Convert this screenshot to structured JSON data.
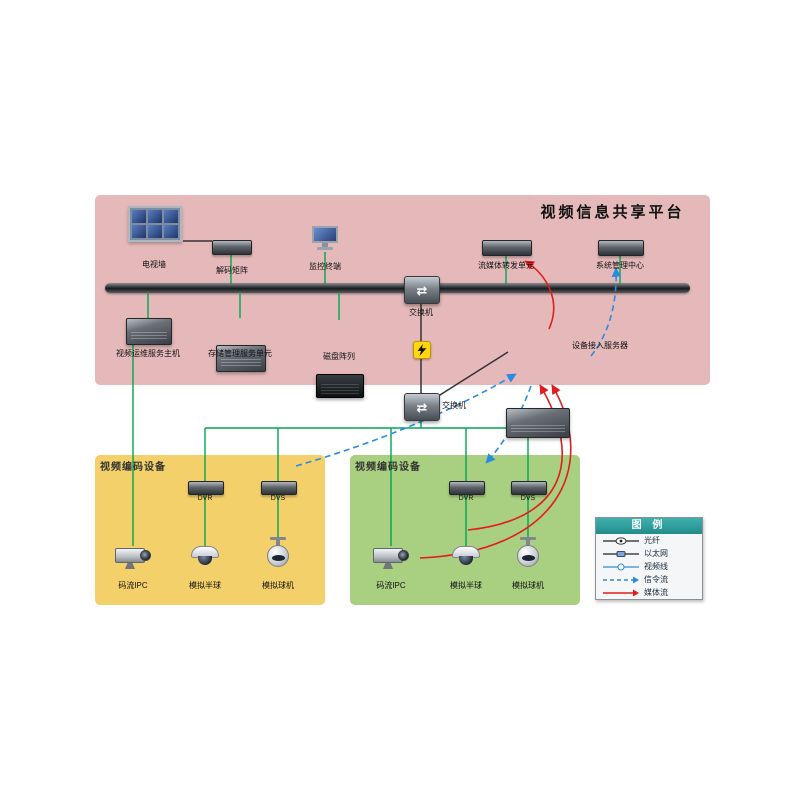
{
  "diagram_title": "视频信息共享平台",
  "platform": {
    "tv_wall": "电视墙",
    "decoder": "解码矩阵",
    "terminal": "监控终端",
    "switch_top": "交换机",
    "stream_unit": "流媒体转发单元",
    "sys_center": "系统管理中心",
    "ops_host": "视频运维服务主机",
    "storage_unit": "存储管理服务单元",
    "disk_array": "磁盘阵列",
    "access_server": "设备接入服务器",
    "switch_mid": "交换机"
  },
  "zone_left": {
    "title": "视频编码设备",
    "dvr": "DVR",
    "dvs": "DVS",
    "ipc": "码流IPC",
    "dome": "模拟半球",
    "ball": "模拟球机"
  },
  "zone_right": {
    "title": "视频编码设备",
    "dvr": "DVR",
    "dvs": "DVS",
    "ipc": "码流IPC",
    "dome": "模拟半球",
    "ball": "模拟球机"
  },
  "legend": {
    "title": "图 例",
    "items": [
      {
        "label": "光纤",
        "type": "fiber"
      },
      {
        "label": "以太网",
        "type": "ethernet"
      },
      {
        "label": "视频线",
        "type": "video-cable"
      },
      {
        "label": "信令流",
        "type": "signaling-flow"
      },
      {
        "label": "媒体流",
        "type": "media-flow"
      }
    ]
  },
  "icons": {
    "switch_arrows": "⇄"
  },
  "colors": {
    "platform_bg": "#e5b9b9",
    "zone_left_bg": "#f3d06a",
    "zone_right_bg": "#a9cf80",
    "ethernet_line": "#00a651",
    "signaling_line": "#2a8ce0",
    "media_line": "#e21d1d",
    "legend_header": "#2fa0a0"
  }
}
